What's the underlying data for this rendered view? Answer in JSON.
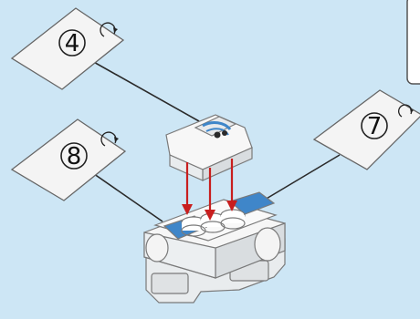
{
  "colors": {
    "background": "#cde6f5",
    "card": "#f4f4f4",
    "card_edge": "#666666",
    "brick_white": "#f6f6f6",
    "brick_shade": "#d9dde0",
    "brick_blue": "#3f86c9",
    "arrow": "#c81e1e",
    "line": "#2a2a2a"
  },
  "cards": [
    {
      "number": "4"
    },
    {
      "number": "8"
    },
    {
      "number": "7"
    }
  ]
}
